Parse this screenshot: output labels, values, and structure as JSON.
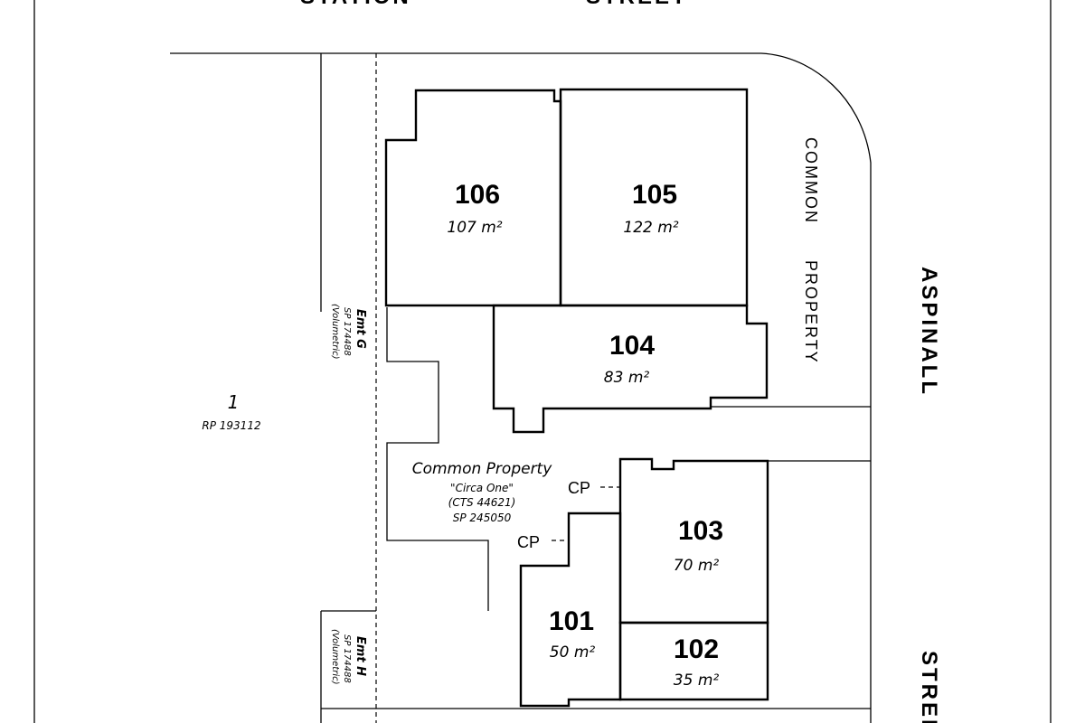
{
  "streets": {
    "top_left": "STATION",
    "top_right": "STREET",
    "right_top": "ASPINALL",
    "right_bottom": "STREE"
  },
  "common_property_right": {
    "line1": "COMMON",
    "line2": "PROPERTY"
  },
  "lots": [
    {
      "number": "106",
      "area": "107 m²"
    },
    {
      "number": "105",
      "area": "122 m²"
    },
    {
      "number": "104",
      "area": "83 m²"
    },
    {
      "number": "103",
      "area": "70 m²"
    },
    {
      "number": "101",
      "area": "50 m²"
    },
    {
      "number": "102",
      "area": "35 m²"
    }
  ],
  "neighbour_lot": {
    "number": "1",
    "plan": "RP 193112"
  },
  "common_property": {
    "title": "Common Property",
    "name": "\"Circa One\"",
    "cts": "(CTS 44621)",
    "plan": "SP 245050"
  },
  "cp_labels": [
    "CP",
    "CP"
  ],
  "easements": [
    {
      "title": "Emt G",
      "plan": "SP 174488",
      "note": "(Volumetric)"
    },
    {
      "title": "Emt H",
      "plan": "SP 174488",
      "note": "(Volumetric)"
    }
  ]
}
